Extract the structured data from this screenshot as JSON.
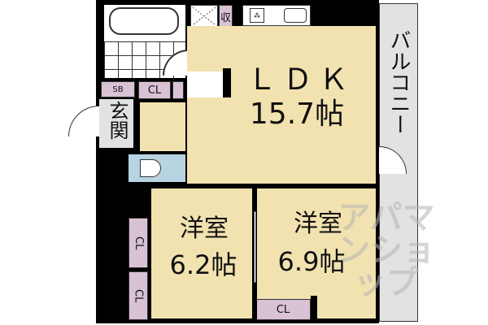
{
  "floorplan": {
    "rooms": {
      "ldk": {
        "name": "ＬＤＫ",
        "size": "15.7帖"
      },
      "western_room_1": {
        "name": "洋室",
        "size": "6.2帖"
      },
      "western_room_2": {
        "name": "洋室",
        "size": "6.9帖"
      },
      "entrance": {
        "name": "玄関"
      },
      "balcony": {
        "name": "バルコニー"
      }
    },
    "storage": {
      "shoe_box": "SB",
      "closet_entrance": "CL",
      "storage_top": "収",
      "closet_room1_upper": "CL",
      "closet_room1_lower": "CL",
      "closet_room2": "CL"
    },
    "watermark": "アパマンショップ"
  },
  "colors": {
    "floor": "#f2e2b0",
    "wet_area": "#b8d4e2",
    "closet": "#d8c2d4",
    "balcony": "#e2e2e2",
    "wall": "#000000"
  }
}
